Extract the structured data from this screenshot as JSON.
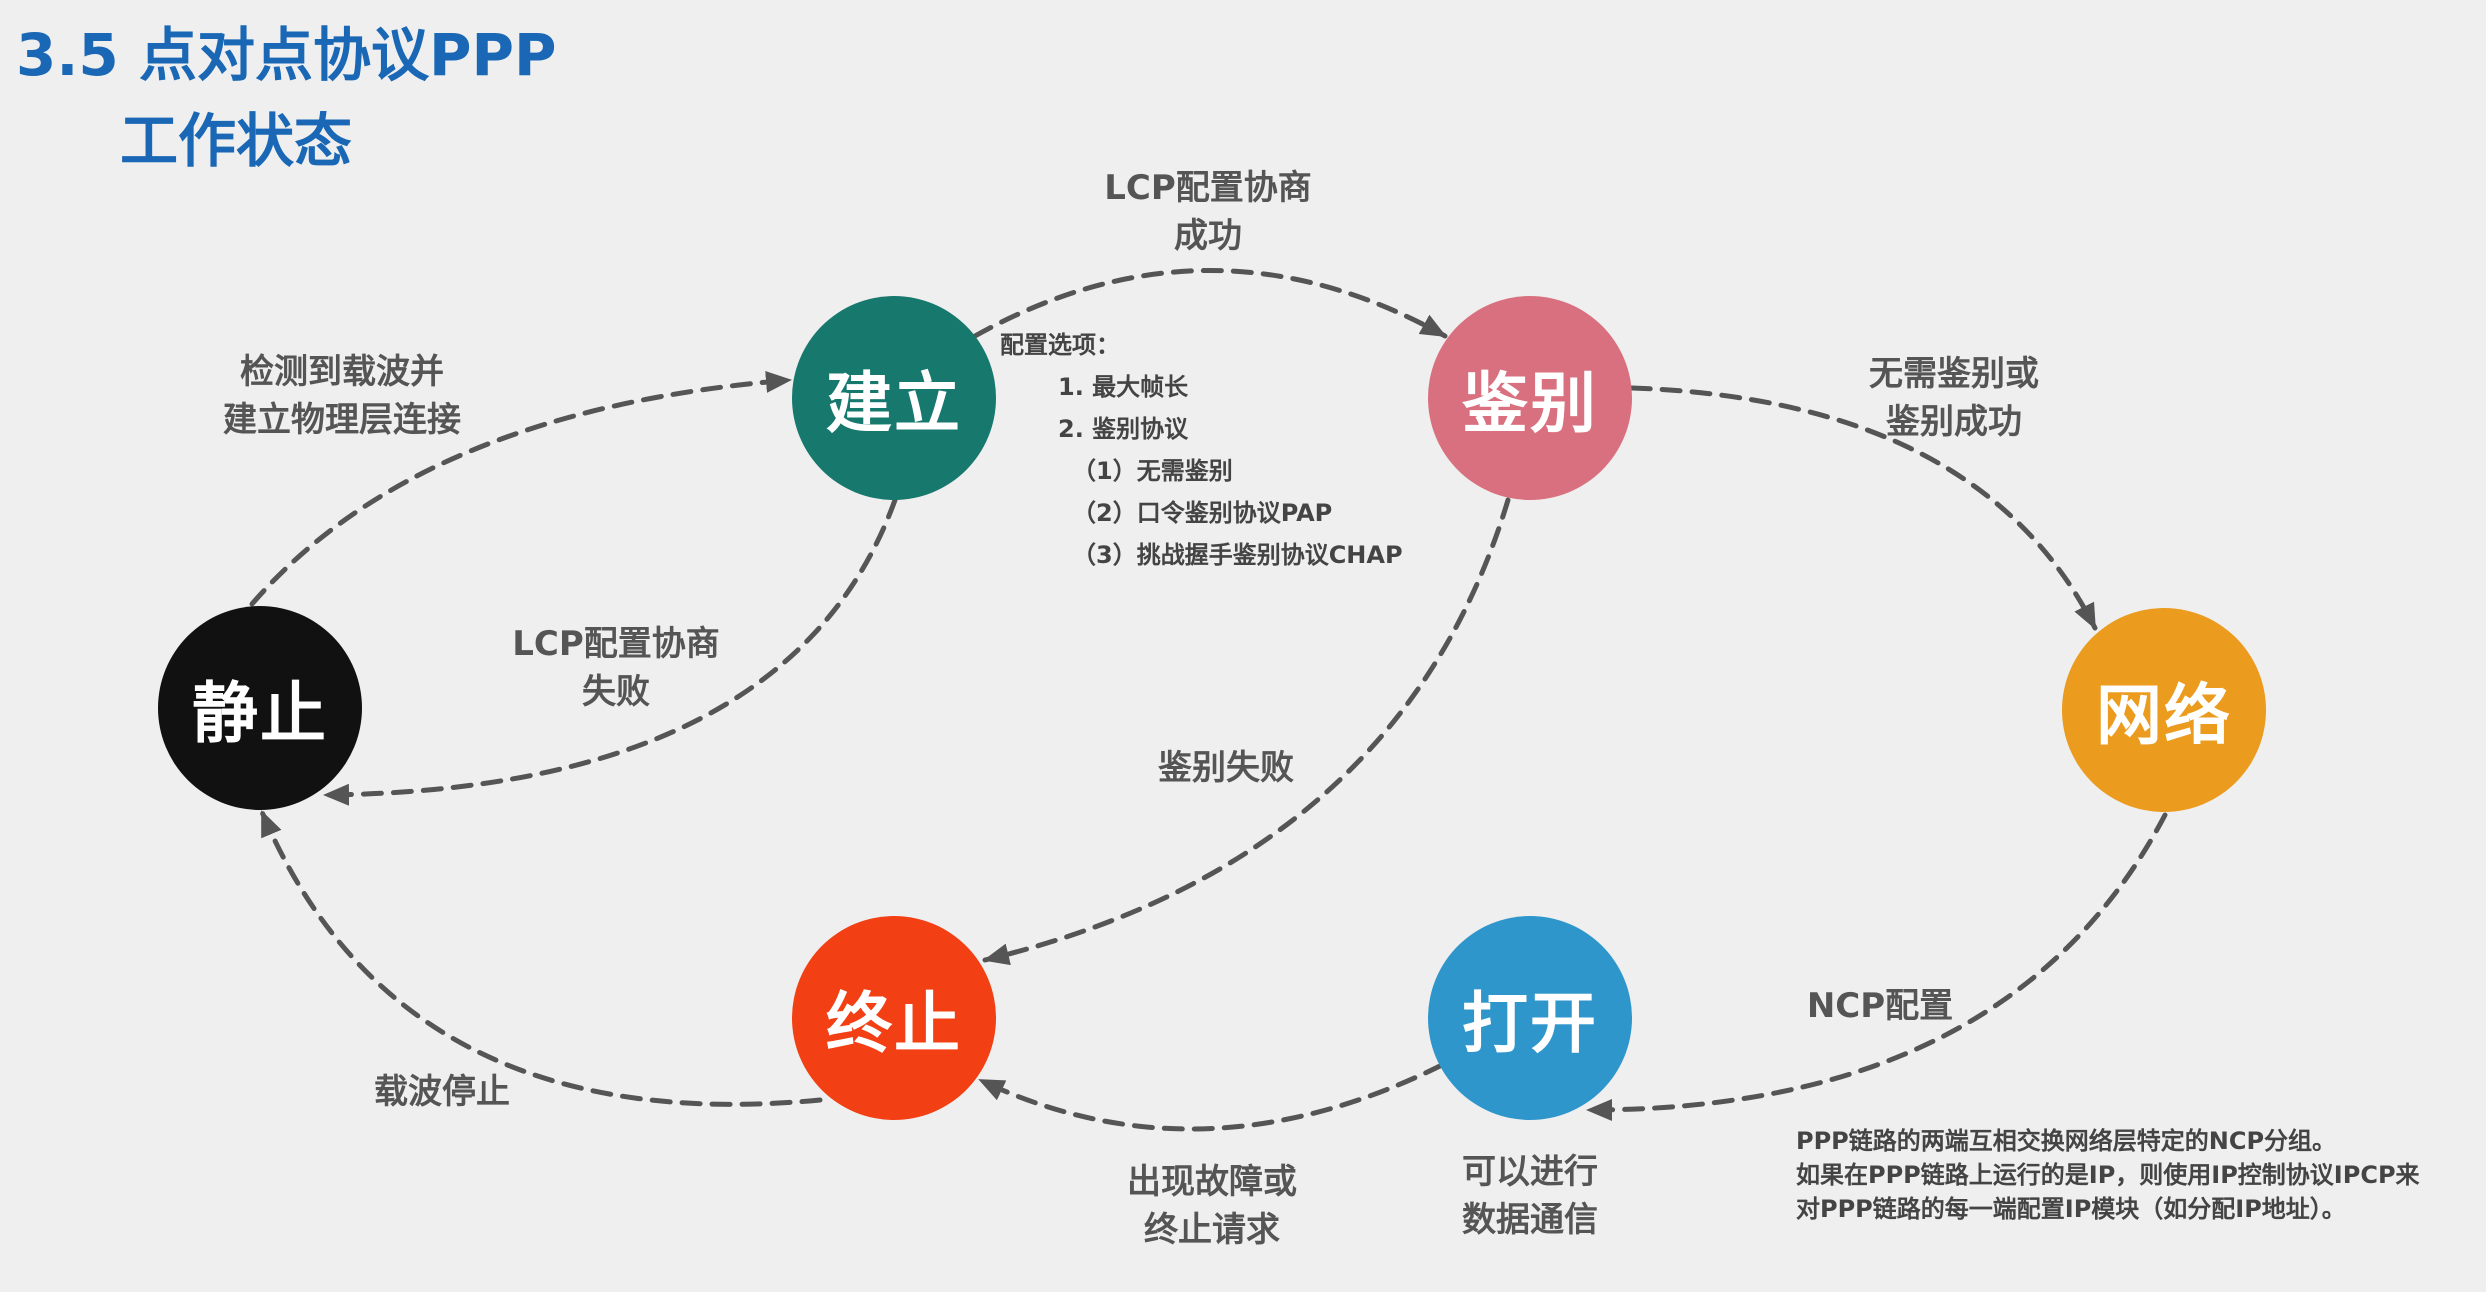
{
  "title": {
    "line1": "3.5 点对点协议PPP",
    "line2": "工作状态"
  },
  "nodes": {
    "jingzhi": {
      "label": "静止",
      "color": "#111111"
    },
    "jianli": {
      "label": "建立",
      "color": "#17786e"
    },
    "jianbie": {
      "label": "鉴别",
      "color": "#d9707f"
    },
    "wangluo": {
      "label": "网络",
      "color": "#eb9b1e"
    },
    "dakai": {
      "label": "打开",
      "color": "#2f96cc"
    },
    "zhongzhi": {
      "label": "终止",
      "color": "#f23f14"
    }
  },
  "edges": {
    "detect": {
      "line1": "检测到载波并",
      "line2": "建立物理层连接"
    },
    "lcp_success": {
      "line1": "LCP配置协商",
      "line2": "成功"
    },
    "lcp_fail": {
      "line1": "LCP配置协商",
      "line2": "失败"
    },
    "auth_ok": {
      "line1": "无需鉴别或",
      "line2": "鉴别成功"
    },
    "auth_fail": "鉴别失败",
    "ncp": "NCP配置",
    "data_comm": {
      "line1": "可以进行",
      "line2": "数据通信"
    },
    "fault": {
      "line1": "出现故障或",
      "line2": "终止请求"
    },
    "carrier_stop": "载波停止"
  },
  "config_options": {
    "heading": "配置选项：",
    "items": [
      "1. 最大帧长",
      "2. 鉴别协议",
      "（1）无需鉴别",
      "（2）口令鉴别协议PAP",
      "（3）挑战握手鉴别协议CHAP"
    ]
  },
  "ncp_note": {
    "line1": "PPP链路的两端互相交换网络层特定的NCP分组。",
    "line2": "如果在PPP链路上运行的是IP，则使用IP控制协议IPCP来",
    "line3": "对PPP链路的每一端配置IP模块（如分配IP地址）。"
  }
}
